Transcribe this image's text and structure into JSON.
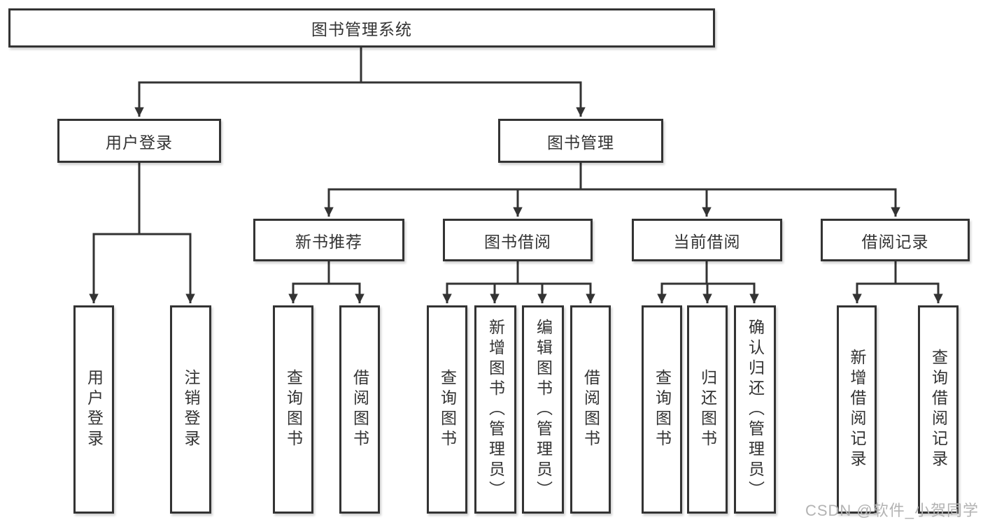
{
  "diagram": {
    "type": "hierarchy-tree",
    "tree": {
      "label": "图书管理系统",
      "children": [
        {
          "label": "用户登录",
          "children": [
            {
              "label": "用户登录"
            },
            {
              "label": "注销登录"
            }
          ]
        },
        {
          "label": "图书管理",
          "children": [
            {
              "label": "新书推荐",
              "children": [
                {
                  "label": "查询图书"
                },
                {
                  "label": "借阅图书"
                }
              ]
            },
            {
              "label": "图书借阅",
              "children": [
                {
                  "label": "查询图书"
                },
                {
                  "label": "新增图书（管理员）"
                },
                {
                  "label": "编辑图书（管理员）"
                },
                {
                  "label": "借阅图书"
                }
              ]
            },
            {
              "label": "当前借阅",
              "children": [
                {
                  "label": "查询图书"
                },
                {
                  "label": "归还图书"
                },
                {
                  "label": "确认归还（管理员）"
                }
              ]
            },
            {
              "label": "借阅记录",
              "children": [
                {
                  "label": "新增借阅记录"
                },
                {
                  "label": "查询借阅记录"
                }
              ]
            }
          ]
        }
      ]
    },
    "colors": {
      "line": "#333333",
      "text": "#333333",
      "box_background": "#ffffff"
    }
  },
  "watermark": {
    "text": "CSDN @软件_小贺同学",
    "color": "#b3b3b3"
  }
}
